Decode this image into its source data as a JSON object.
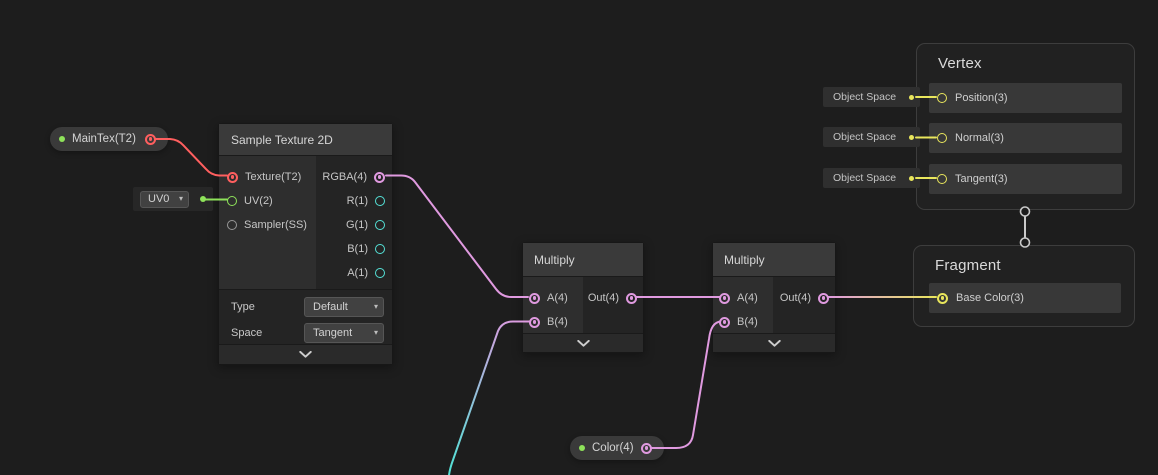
{
  "colors": {
    "background": "#1d1d1d",
    "node_body": "#242424",
    "node_header": "#3a3a3a",
    "node_input_col": "#2e2e2e",
    "node_footer": "#2a2a2a",
    "context_body": "#212121",
    "block_row": "#383838",
    "pill": "#3a3a3a",
    "objectspace": "#2f2f2f",
    "texture2d": "#ff5f5f",
    "vector1": "#54e0d6",
    "vector2": "#8ee25a",
    "vector3": "#e9e65c",
    "vector4": "#e09ae0",
    "sampler": "#989898",
    "stack_link": "#c9c9c9"
  },
  "icons": {
    "dropdown_caret": "▾",
    "collapse_chevron": "⌄"
  },
  "nodes": {
    "sample_texture_2d": {
      "title": "Sample Texture 2D",
      "inputs": [
        "Texture(T2)",
        "UV(2)",
        "Sampler(SS)"
      ],
      "outputs": [
        "RGBA(4)",
        "R(1)",
        "G(1)",
        "B(1)",
        "A(1)"
      ],
      "controls": [
        {
          "label": "Type",
          "value": "Default"
        },
        {
          "label": "Space",
          "value": "Tangent"
        }
      ]
    },
    "multiply_1": {
      "title": "Multiply",
      "input_a": "A(4)",
      "input_b": "B(4)",
      "output": "Out(4)"
    },
    "multiply_2": {
      "title": "Multiply",
      "input_a": "A(4)",
      "input_b": "B(4)",
      "output": "Out(4)"
    },
    "vertex_context": {
      "title": "Vertex",
      "blocks": [
        "Position(3)",
        "Normal(3)",
        "Tangent(3)"
      ]
    },
    "fragment_context": {
      "title": "Fragment",
      "blocks": [
        "Base Color(3)"
      ]
    }
  },
  "properties": {
    "maintex": "MainTex(T2)",
    "color": "Color(4)"
  },
  "selectors": {
    "uv_channel": "UV0",
    "object_space": [
      "Object Space",
      "Object Space",
      "Object Space"
    ]
  }
}
